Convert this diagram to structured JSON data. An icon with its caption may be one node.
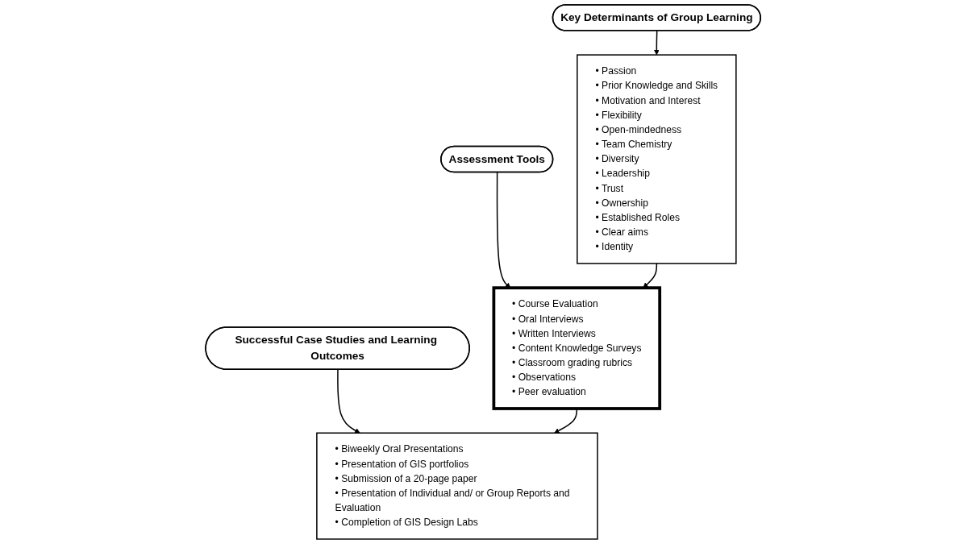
{
  "diagram": {
    "nodes": [
      {
        "text": [
          "Key Determinants of Group Learning"
        ]
      },
      {
        "text": [
          "• Passion",
          "• Prior Knowledge and Skills",
          "• Motivation and Interest",
          "• Flexibility",
          "• Open-mindedness",
          "• Team Chemistry",
          "• Diversity",
          "• Leadership",
          "• Trust",
          "• Ownership",
          "• Established Roles",
          "• Clear aims",
          "• Identity"
        ]
      },
      {
        "text": [
          "Assessment Tools"
        ]
      },
      {
        "text": [
          "• Course Evaluation",
          "• Oral Interviews",
          "• Written Interviews",
          "• Content Knowledge Surveys",
          "• Classroom grading rubrics",
          "• Observations",
          "• Peer evaluation"
        ]
      },
      {
        "text": [
          "Successful Case Studies and Learning Outcomes"
        ]
      },
      {
        "text": [
          "• Biweekly Oral Presentations",
          "• Presentation of GIS portfolios",
          "• Submission of a 20-page paper",
          "• Presentation of Individual and/ or Group Reports and Evaluation",
          "• Completion of GIS Design Labs"
        ]
      }
    ],
    "edges": [
      {
        "from": 0,
        "to": 1,
        "arrow": "to"
      },
      {
        "from": 2,
        "to": 3,
        "arrow": "to"
      },
      {
        "from": 4,
        "to": 5,
        "arrow": "to"
      },
      {
        "from": 1,
        "to": 3,
        "arrow": "to"
      },
      {
        "from": 3,
        "to": 5,
        "arrow": "to"
      }
    ]
  }
}
